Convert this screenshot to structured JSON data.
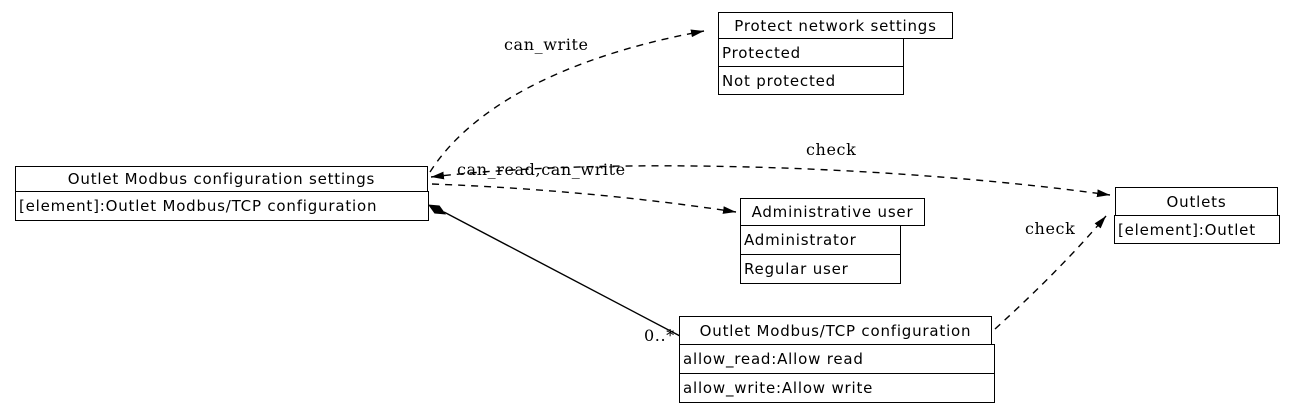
{
  "diagram": {
    "colors": {
      "line": "#000000",
      "text": "#000000",
      "background": "#ffffff"
    },
    "nodes": {
      "settings": {
        "title": "Outlet Modbus configuration settings",
        "rows": [
          "[element]:Outlet Modbus/TCP configuration"
        ]
      },
      "protect": {
        "title": "Protect network settings",
        "rows": [
          "Protected",
          "Not protected"
        ]
      },
      "admin": {
        "title": "Administrative user",
        "rows": [
          "Administrator",
          "Regular user"
        ]
      },
      "modbus_cfg": {
        "title": "Outlet Modbus/TCP configuration",
        "rows": [
          "allow_read:Allow read",
          "allow_write:Allow write"
        ]
      },
      "outlets": {
        "title": "Outlets",
        "rows": [
          "[element]:Outlet"
        ]
      }
    },
    "edge_labels": {
      "can_write": "can_write",
      "check_top": "check",
      "can_read_can_write": "can_read,can_write",
      "check_right": "check",
      "multiplicity": "0..*"
    }
  }
}
